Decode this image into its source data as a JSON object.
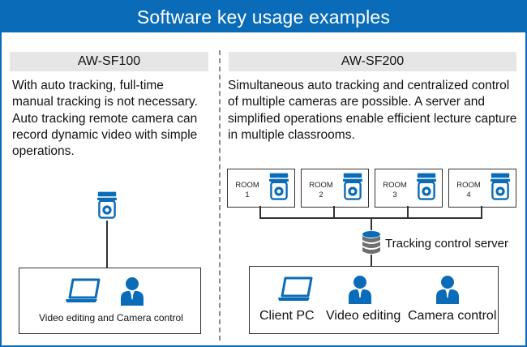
{
  "header": {
    "title": "Software key usage examples"
  },
  "left": {
    "tab": "AW-SF100",
    "description_lines": [
      "With auto tracking, full-time",
      "manual tracking is not necessary.",
      "Auto tracking remote camera can",
      "record dynamic video with simple",
      "operations."
    ],
    "box_caption": "Video editing and Camera control"
  },
  "right": {
    "tab": "AW-SF200",
    "description_lines": [
      "Simultaneous auto tracking and centralized control",
      "of multiple cameras are possible. A server and",
      "simplified operations enable efficient lecture capture",
      "in multiple classrooms."
    ],
    "rooms": [
      {
        "label": "ROOM",
        "number": "1"
      },
      {
        "label": "ROOM",
        "number": "2"
      },
      {
        "label": "ROOM",
        "number": "3"
      },
      {
        "label": "ROOM",
        "number": "4"
      }
    ],
    "server_label": "Tracking control server",
    "client_labels": [
      "Client PC",
      "Video editing",
      "Camera control"
    ]
  },
  "colors": {
    "accent": "#0a6cb8",
    "tab_bg": "#e6e6e6",
    "divider": "#8a8a8a"
  },
  "icons": [
    "ptz-camera-icon",
    "laptop-icon",
    "operator-icon",
    "server-database-icon"
  ]
}
